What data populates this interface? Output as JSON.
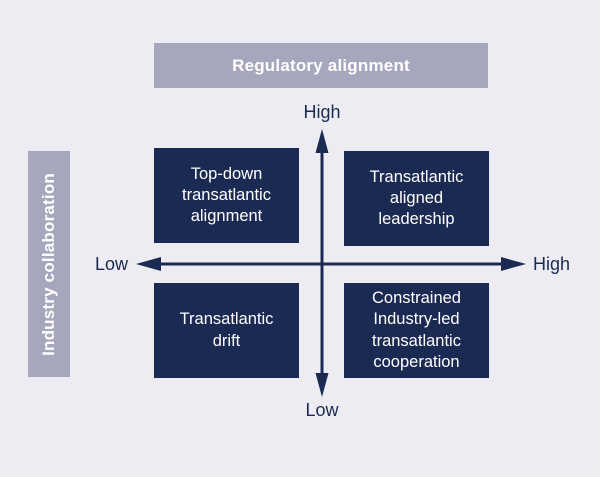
{
  "palette": {
    "background": "#ececf2",
    "axis_bar": "#a6a6bd",
    "quadrant_box": "#1b2a52",
    "axis_line": "#1b2a52",
    "text_on_dark": "#ffffff",
    "axis_label_text": "#1b2a52"
  },
  "axis_bars": {
    "horizontal_title": "Regulatory alignment",
    "vertical_title": "Industry collaboration"
  },
  "axis_labels": {
    "vertical_high": "High",
    "vertical_low": "Low",
    "horizontal_low": "Low",
    "horizontal_high": "High"
  },
  "quadrants": {
    "top_left": "Top-down\ntransatlantic\nalignment",
    "top_right": "Transatlantic\naligned\nleadership",
    "bottom_left": "Transatlantic\ndrift",
    "bottom_right": "Constrained\nIndustry-led\ntransatlantic\ncooperation"
  }
}
